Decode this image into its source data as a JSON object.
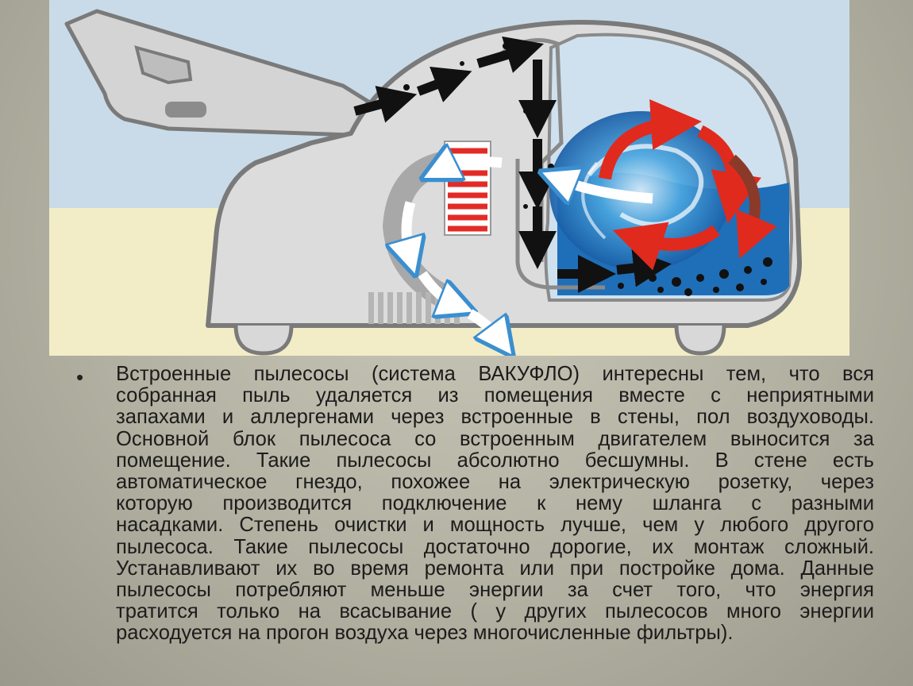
{
  "slide": {
    "bullet": "•",
    "lines": [
      "Встроенные пылесосы (система ВАКУФЛО) интересны тем, что вся",
      "собранная пыль удаляется из помещения вместе с неприятными",
      "запахами и аллергенами через встроенные в стены, пол воздуховоды.",
      "Основной блок пылесоса со встроенным двигателем выносится за",
      "помещение. Такие пылесосы абсолютно бесшумны. В стене есть",
      "автоматическое гнездо, похожее на электрическую розетку, через",
      "которую производится подключение к нему шланга с разными",
      "насадками. Степень очистки и мощность лучше, чем у любого другого",
      "пылесоса. Такие пылесосы достаточно дорогие, их монтаж сложный.",
      "Устанавливают их во время ремонта или при постройке дома. Данные",
      "пылесосы потребляют меньше энергии за счет того, что энергия",
      "тратится только на всасывание ( у других пылесосов много энергии",
      "расходуется на прогон воздуха через многочисленные фильтры)."
    ]
  },
  "colors": {
    "sky": "#c9dbe8",
    "floor": "#f2edc7",
    "body": "#d9d9d9",
    "outline": "#7a7a7a",
    "water": "#1f6fb8",
    "hot_air": "#e02a1e",
    "cold_air": "#ffffff",
    "dirt": "#111111"
  },
  "icons": [
    "vacuum-illustration",
    "air-flow-arrow-icon",
    "filter-icon",
    "water-vortex-icon"
  ]
}
